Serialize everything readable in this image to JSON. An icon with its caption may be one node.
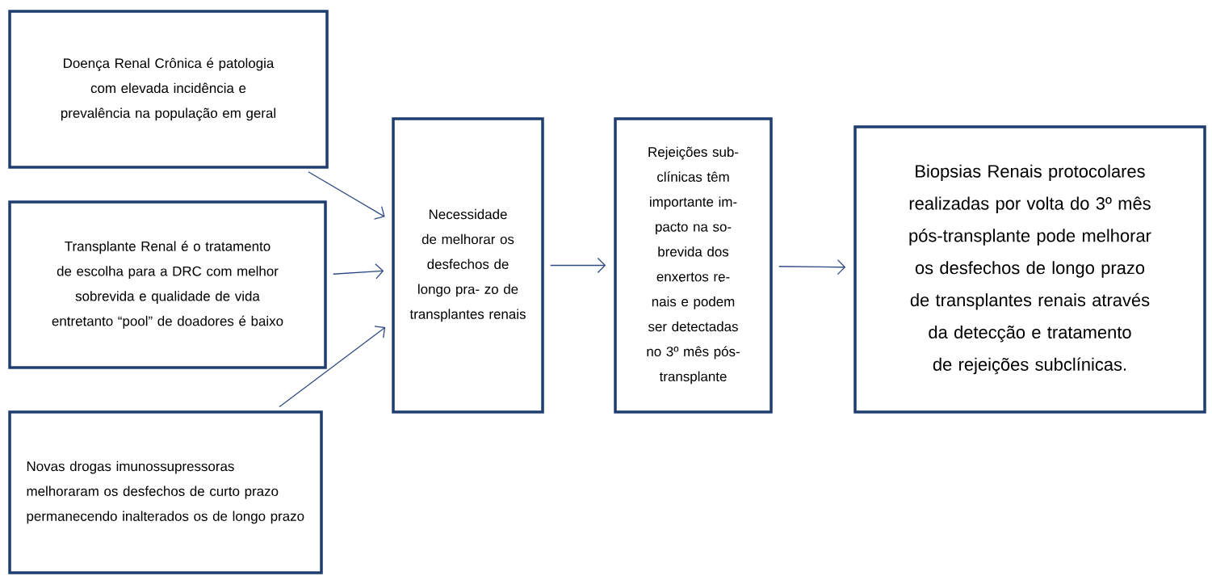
{
  "diagram": {
    "nodes": [
      {
        "text": [
          "Doença Renal Crônica é patologia com elevada incidência e prevalência na população em geral"
        ]
      },
      {
        "text": [
          "Transplante Renal é o tratamento de escolha para a DRC com melhor sobrevida e qualidade de vida entretanto “pool” de doadores é baixo"
        ]
      },
      {
        "text": [
          "Novas drogas imunossupressoras melhoraram os desfechos de curto prazo permanecendo inalterados os de longo prazo"
        ]
      },
      {
        "text": [
          "Necessidade de melhorar os desfechos de longo pra- zo de transplantes renais"
        ]
      },
      {
        "text": [
          "Rejeições sub- clínicas têm importante im- pacto na so- brevida dos enxertos re- nais e podem ser detectadas no 3º mês pós- transplante"
        ]
      },
      {
        "text": [
          "Biopsias Renais protocolares realizadas por volta do 3º mês pós-transplante pode melhorar os desfechos de longo prazo de transplantes renais através da detecção e tratamento de rejeições subclínicas."
        ]
      }
    ],
    "edges": [
      {
        "from": 0,
        "to": 3,
        "arrow": "to"
      },
      {
        "from": 1,
        "to": 3,
        "arrow": "to"
      },
      {
        "from": 2,
        "to": 3,
        "arrow": "to"
      },
      {
        "from": 3,
        "to": 4,
        "arrow": "to"
      },
      {
        "from": 4,
        "to": 5,
        "arrow": "to"
      }
    ]
  }
}
